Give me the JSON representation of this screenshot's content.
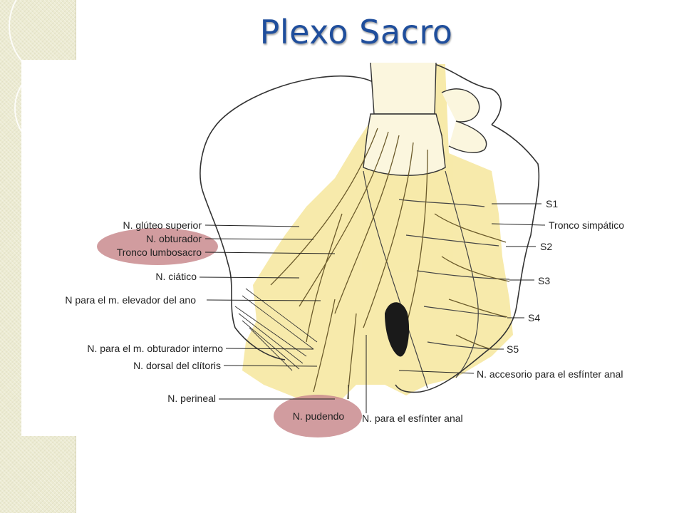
{
  "title": "Plexo Sacro",
  "colors": {
    "title": "#1f4e9c",
    "highlight_yellow": "#f7e9a6",
    "highlight_pink": "#c98b8e",
    "background_band": "#ecebd2"
  },
  "labels": {
    "gluteo_superior": "N. glúteo superior",
    "obturador": "N. obturador",
    "tronco_lumbosacro": "Tronco lumbosacro",
    "ciatico": "N. ciático",
    "elevador_ano": "N para el m. elevador del ano",
    "obturador_interno": "N. para el m. obturador interno",
    "dorsal_clitoris": "N. dorsal del clítoris",
    "perineal": "N. perineal",
    "pudendo": "N. pudendo",
    "esfinter_anal": "N. para el esfínter anal",
    "accesorio_esfinter": "N. accesorio para el esfínter anal",
    "s1": "S1",
    "tronco_simpatico": "Tronco simpático",
    "s2": "S2",
    "s3": "S3",
    "s4": "S4",
    "s5": "S5"
  }
}
